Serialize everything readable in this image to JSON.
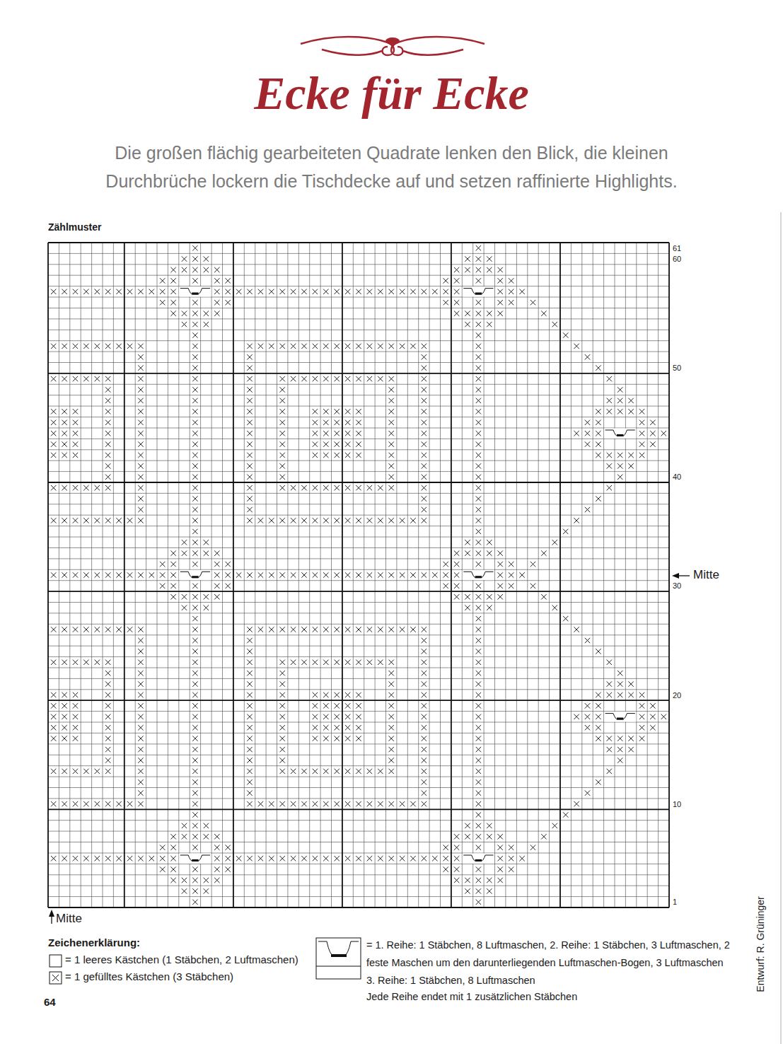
{
  "diagram": {
    "title": "Ecke für Ecke",
    "labels": [
      "Die großen flächig gearbeiteten Quadrate lenken den Blick, die kleinen Durchbrüche lockern die Tischdecke auf und setzen raffinierte Highlights.",
      "Zählmuster",
      "61",
      "60",
      "50",
      "40",
      "30",
      "20",
      "10",
      "1",
      "Mitte",
      "Mitte",
      "Zeichenerklärung:",
      "Jede Reihe endet mit 1 zusätzlichen Stäbchen",
      "64",
      "Entwurf: R. Grüninger"
    ],
    "legend": [
      {
        "text": "= 1 leeres Kästchen (1 Stäbchen, 2 Luftmaschen)"
      },
      {
        "text": "= 1 gefülltes Kästchen (3 Stäbchen)"
      },
      {
        "text": "= 1. Reihe: 1 Stäbchen, 8 Luftmaschen, 2. Reihe: 1 Stäbchen, 3 Luftmaschen, 2 feste Maschen um den darunterliegenden Luftmaschen-Bogen, 3 Luftmaschen 3. Reihe: 1 Stäbchen, 8 Luftmaschen"
      }
    ]
  }
}
